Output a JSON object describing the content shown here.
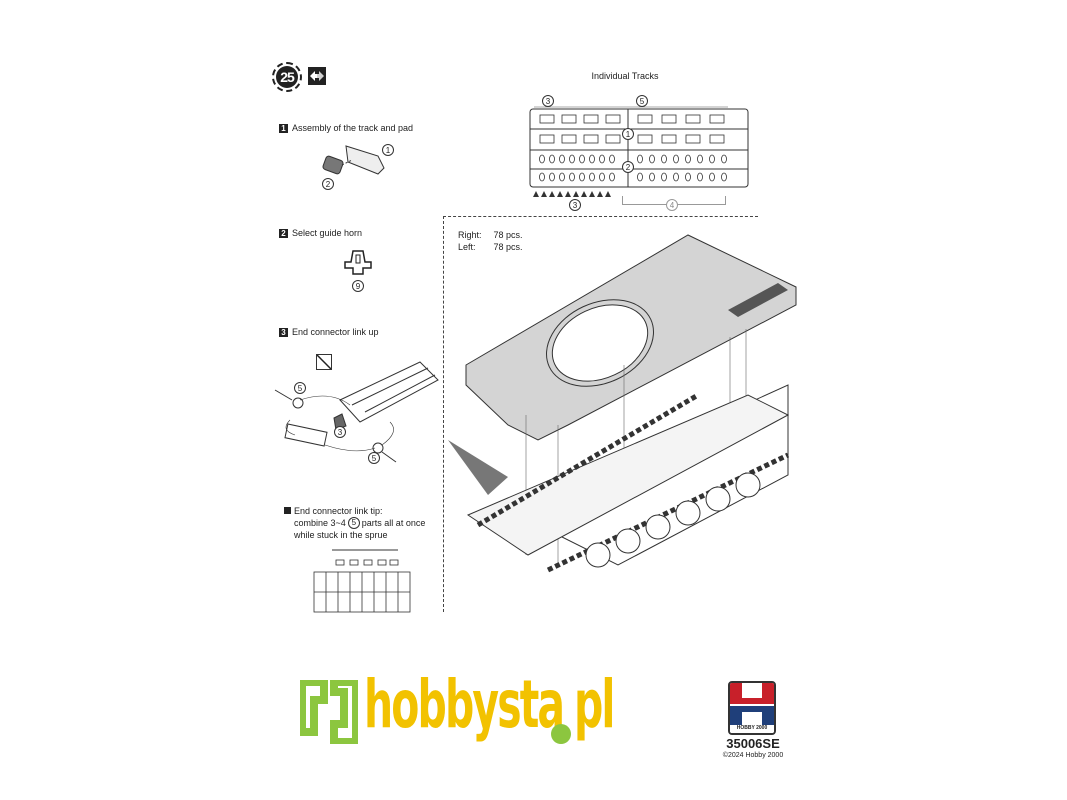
{
  "page": {
    "step_number": "25",
    "step_symbol": "swap-sides-icon",
    "sections": [
      {
        "index": "1",
        "title": "Assembly of the track and pad",
        "parts": [
          "1",
          "2"
        ]
      },
      {
        "index": "2",
        "title": "Select guide horn",
        "parts": [
          "9"
        ]
      },
      {
        "index": "3",
        "title": "End connector link up",
        "parts": [
          "5",
          "3",
          "5"
        ]
      }
    ],
    "tip": {
      "lines": [
        "End connector link tip:",
        "combine 3~4",
        "parts all at once",
        "while stuck in the sprue"
      ],
      "part": "5"
    },
    "sprue": {
      "title": "Individual Tracks",
      "labels": [
        "3",
        "5",
        "1",
        "2",
        "3",
        "4"
      ]
    },
    "counts": [
      {
        "side": "Right:",
        "value": "78 pcs."
      },
      {
        "side": "Left:",
        "value": "78 pcs."
      }
    ]
  },
  "footer": {
    "brand": "hobbysta",
    "brand_suffix": "pl",
    "brand_colors": {
      "green": "#8cc63f",
      "yellow": "#f2c200"
    },
    "maker_logo_text": "HOBBY 2000",
    "maker_colors": {
      "red": "#c8202a",
      "blue": "#1f3f7a"
    },
    "product_code": "35006SE",
    "copyright": "©2024 Hobby 2000"
  }
}
